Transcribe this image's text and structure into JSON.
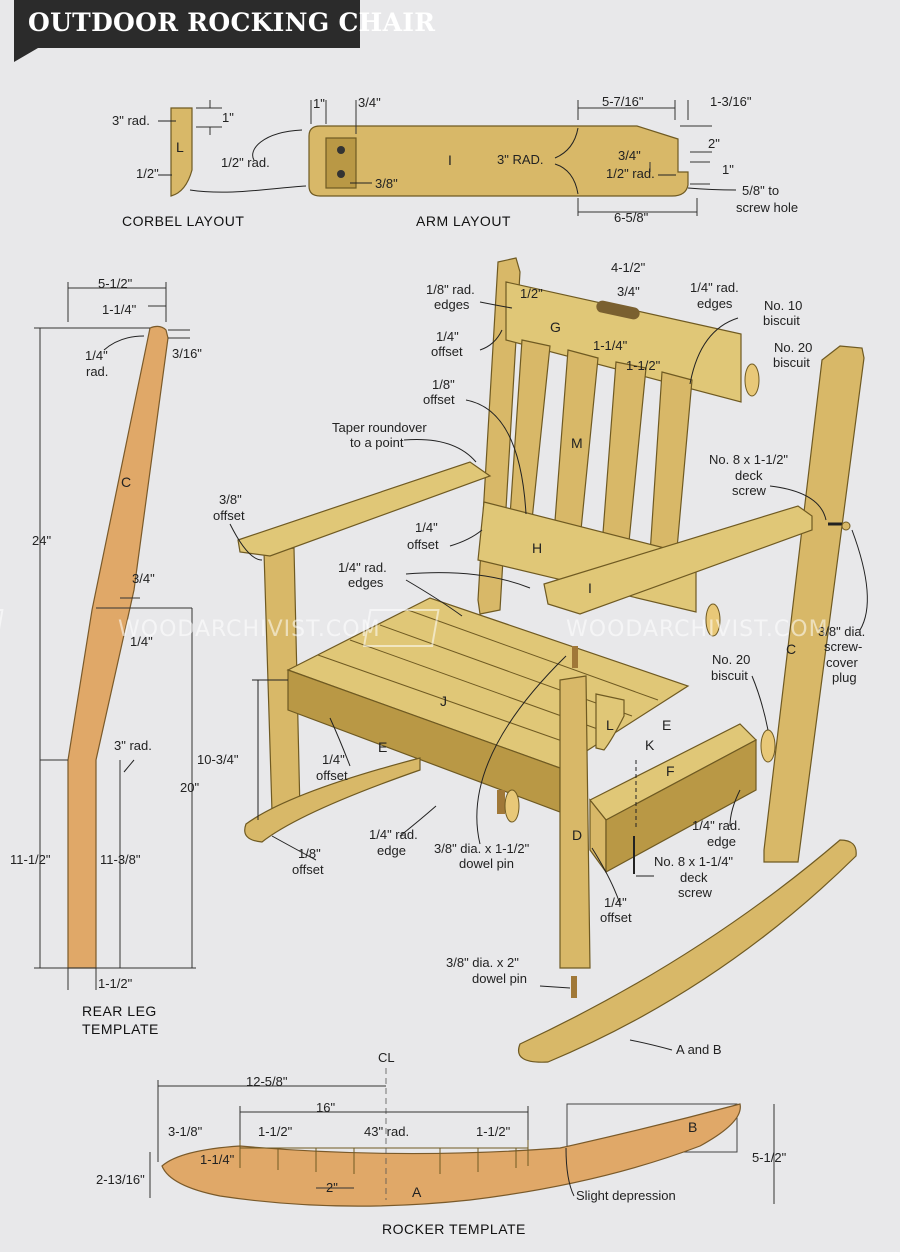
{
  "title": "OUTDOOR ROCKING CHAIR",
  "watermark": "WOODARCHIVIST.COM",
  "captions": {
    "corbel": "CORBEL LAYOUT",
    "arm": "ARM LAYOUT",
    "rear_leg_1": "REAR LEG",
    "rear_leg_2": "TEMPLATE",
    "rocker": "ROCKER TEMPLATE"
  },
  "corbel": {
    "part": "L",
    "dims": [
      "3\" rad.",
      "1\"",
      "1/2\"",
      "1/2\" rad."
    ]
  },
  "arm": {
    "part": "I",
    "dims": [
      "1\"",
      "3/4\"",
      "3/8\"",
      "5-7/16\"",
      "1-3/16\"",
      "3\" RAD.",
      "3/4\"",
      "2\"",
      "1/2\" rad.",
      "1\"",
      "5/8\" to",
      "screw hole",
      "6-5/8\""
    ]
  },
  "rear_leg": {
    "part": "C",
    "dims": [
      "5-1/2\"",
      "1-1/4\"",
      "1/4\"",
      "rad.",
      "3/16\"",
      "24\"",
      "3/4\"",
      "1/4\"",
      "3\" rad.",
      "20\"",
      "11-1/2\"",
      "11-3/8\"",
      "1-1/2\""
    ]
  },
  "chair": {
    "parts": [
      "G",
      "M",
      "H",
      "I",
      "J",
      "E",
      "E",
      "L",
      "K",
      "F",
      "D",
      "C"
    ],
    "callouts": [
      "1/8\" rad.",
      "edges",
      "1/2\"",
      "4-1/2\"",
      "3/4\"",
      "1/4\" rad.",
      "edges",
      "No. 10",
      "biscuit",
      "1/4\"",
      "offset",
      "1-1/4\"",
      "1-1/2\"",
      "No. 20",
      "biscuit",
      "1/8\"",
      "offset",
      "Taper roundover",
      "to a point",
      "No. 8 x 1-1/2\"",
      "deck",
      "screw",
      "3/8\"",
      "offset",
      "1/4\"",
      "offset",
      "1/4\" rad.",
      "edges",
      "3/8\" dia.",
      "screw-",
      "cover",
      "plug",
      "No. 20",
      "biscuit",
      "10-3/4\"",
      "1/4\"",
      "offset",
      "1/8\"",
      "offset",
      "1/4\" rad.",
      "edge",
      "3/8\" dia. x 1-1/2\"",
      "dowel pin",
      "1/4\" rad.",
      "edge",
      "No. 8 x 1-1/4\"",
      "deck",
      "screw",
      "1/4\"",
      "offset",
      "3/8\" dia. x 2\"",
      "dowel pin",
      "A and B"
    ]
  },
  "rocker_template": {
    "parts": [
      "A",
      "B"
    ],
    "dims": [
      "CL",
      "12-5/8\"",
      "16\"",
      "3-1/8\"",
      "1-1/2\"",
      "43\" rad.",
      "1-1/2\"",
      "1-1/4\"",
      "2\"",
      "2-13/16\"",
      "5-1/2\"",
      "Slight depression"
    ]
  }
}
